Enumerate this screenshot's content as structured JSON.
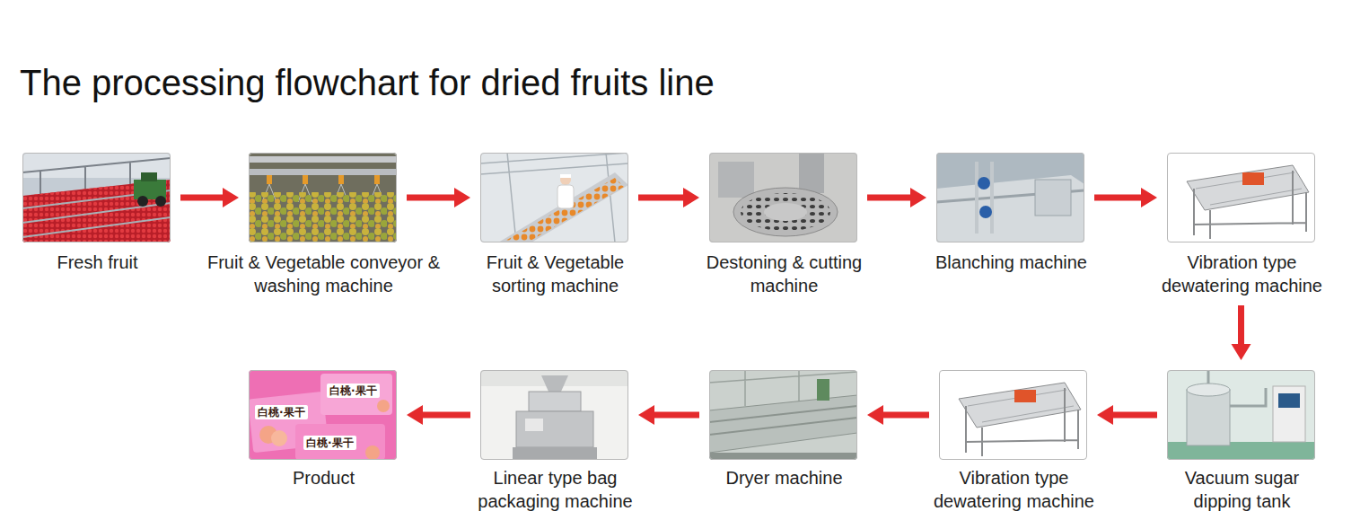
{
  "diagram": {
    "title": "The processing flowchart for dried fruits line",
    "nodes": [
      {
        "text": [
          "Fresh fruit"
        ]
      },
      {
        "text": [
          "Fruit & Vegetable conveyor & washing machine"
        ]
      },
      {
        "text": [
          "Fruit & Vegetable sorting machine"
        ]
      },
      {
        "text": [
          "Destoning & cutting machine"
        ]
      },
      {
        "text": [
          "Blanching machine"
        ]
      },
      {
        "text": [
          "Vibration type dewatering machine"
        ]
      },
      {
        "text": [
          "Vacuum sugar dipping tank"
        ]
      },
      {
        "text": [
          "Vibration type dewatering machine"
        ]
      },
      {
        "text": [
          "Dryer machine"
        ]
      },
      {
        "text": [
          "Linear type bag packaging machine"
        ]
      },
      {
        "text": [
          "Product"
        ]
      }
    ],
    "edges": [
      {
        "from": 0,
        "to": 1,
        "arrow": "to"
      },
      {
        "from": 1,
        "to": 2,
        "arrow": "to"
      },
      {
        "from": 2,
        "to": 3,
        "arrow": "to"
      },
      {
        "from": 3,
        "to": 4,
        "arrow": "to"
      },
      {
        "from": 4,
        "to": 5,
        "arrow": "to"
      },
      {
        "from": 5,
        "to": 6,
        "arrow": "to"
      },
      {
        "from": 6,
        "to": 7,
        "arrow": "to"
      },
      {
        "from": 7,
        "to": 8,
        "arrow": "to"
      },
      {
        "from": 8,
        "to": 9,
        "arrow": "to"
      },
      {
        "from": 9,
        "to": 10,
        "arrow": "to"
      }
    ],
    "labels": [
      "白桃·果干",
      "白桃·果干",
      "白桃·果干"
    ]
  }
}
